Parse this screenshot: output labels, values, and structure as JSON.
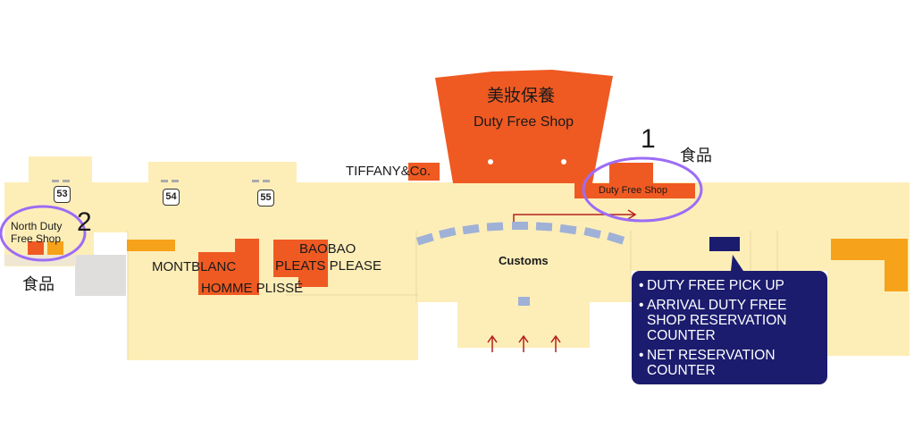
{
  "title": "美妝保養",
  "duty_free_main": "Duty Free Shop",
  "shops": {
    "tiffany": "TIFFANY&Co.",
    "duty_free_1": "Duty Free Shop",
    "north_duty_free": "North Duty Free Shop",
    "montblanc": "MONTBLANC",
    "homme_plisse": "HOMME PLISSÉ",
    "baobao": "BAOBAO",
    "pleats_please": "PLEATS PLEASE"
  },
  "area_labels": {
    "customs": "Customs",
    "food_1": "食品",
    "food_2": "食品"
  },
  "markers": {
    "marker_1": "1",
    "marker_2": "2"
  },
  "gates": [
    "53",
    "54",
    "55"
  ],
  "info_box": {
    "items": [
      "DUTY FREE PICK UP",
      "ARRIVAL DUTY FREE SHOP RESERVATION COUNTER",
      "NET RESERVATION COUNTER"
    ]
  },
  "colors": {
    "floor": "#fdeeb8",
    "shop_orange": "#ef5a22",
    "accent_orange": "#f7a21b",
    "highlight_circle": "#9d6cf5",
    "walkway": "#9fb1d6",
    "arrow": "#b42020",
    "info_box": "#1b1c6e"
  }
}
